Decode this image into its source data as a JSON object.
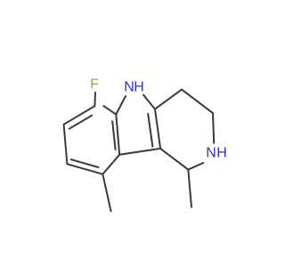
{
  "molecule": {
    "atoms": {
      "fluorine": {
        "label": "F",
        "color": "#7ab843"
      },
      "indole_nh": {
        "label": "N",
        "sub_label": "H",
        "color": "#2e32c8"
      },
      "ring_nh": {
        "label": "N",
        "sub_label": "H",
        "color": "#2e32c8"
      }
    },
    "bond_color": "#3a3a3a"
  }
}
